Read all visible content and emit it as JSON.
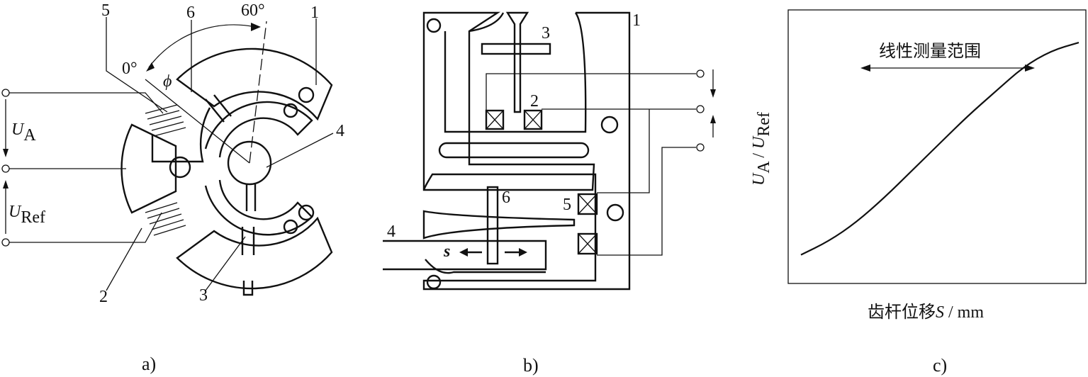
{
  "panel_a": {
    "caption": "a)",
    "labels": {
      "n1": "1",
      "n2": "2",
      "n3": "3",
      "n4": "4",
      "n5": "5",
      "n6": "6"
    },
    "angle_0": "0°",
    "angle_60": "60°",
    "phi": "ϕ",
    "ua_symbol": "U",
    "ua_sub": "A",
    "uref_symbol": "U",
    "uref_sub": "Ref"
  },
  "panel_b": {
    "caption": "b)",
    "labels": {
      "n1": "1",
      "n2": "2",
      "n3": "3",
      "n4": "4",
      "n5": "5",
      "n6": "6"
    },
    "s_symbol": "s"
  },
  "panel_c": {
    "caption": "c)",
    "range_label": "线性测量范围",
    "ylabel_u1": "U",
    "ylabel_sub1": "A",
    "ylabel_sep": " / ",
    "ylabel_u2": "U",
    "ylabel_sub2": "Ref",
    "xlabel_text": "齿杆位移",
    "xlabel_var": "S",
    "xlabel_unit": " / mm"
  },
  "chart_data": {
    "type": "line",
    "title": "",
    "xlabel": "齿杆位移S / mm",
    "ylabel": "UA / URef",
    "annotation": "线性测量范围",
    "x": [
      0.0,
      0.1,
      0.2,
      0.3,
      0.4,
      0.5,
      0.6,
      0.7,
      0.8,
      0.9,
      1.0
    ],
    "series": [
      {
        "values": [
          0.1,
          0.15,
          0.22,
          0.31,
          0.41,
          0.51,
          0.61,
          0.7,
          0.79,
          0.85,
          0.88
        ]
      }
    ],
    "xlim": [
      0,
      1
    ],
    "ylim": [
      0,
      1
    ],
    "grid": false
  }
}
